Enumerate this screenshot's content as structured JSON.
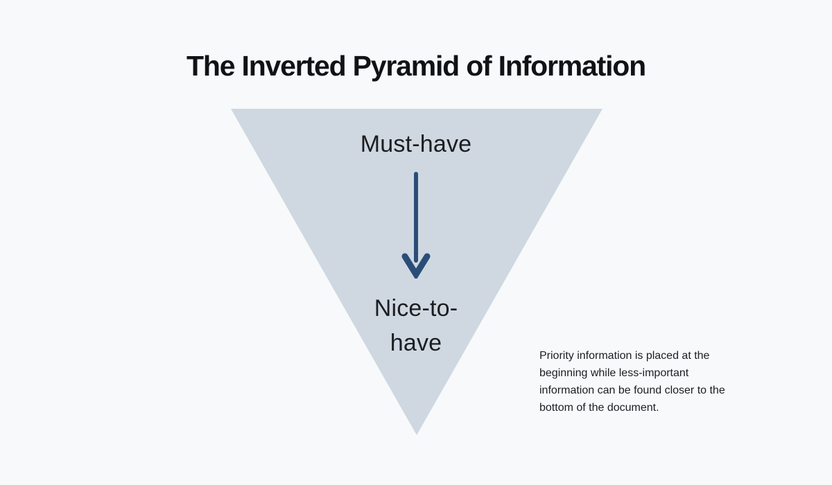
{
  "title": "The Inverted Pyramid of Information",
  "pyramid": {
    "top_label": "Must-have",
    "bottom_label_lines": [
      "Nice-to-",
      "have"
    ],
    "fill_color": "#cfd8e1",
    "arrow_color": "#2a4e78"
  },
  "caption": {
    "lines": [
      "Priority information is placed at the",
      "beginning while less-important",
      "information can be found closer to the",
      "bottom of the document."
    ]
  },
  "colors": {
    "background": "#f8f9fb",
    "title_color": "#101316",
    "text_color": "#1b1d21"
  }
}
